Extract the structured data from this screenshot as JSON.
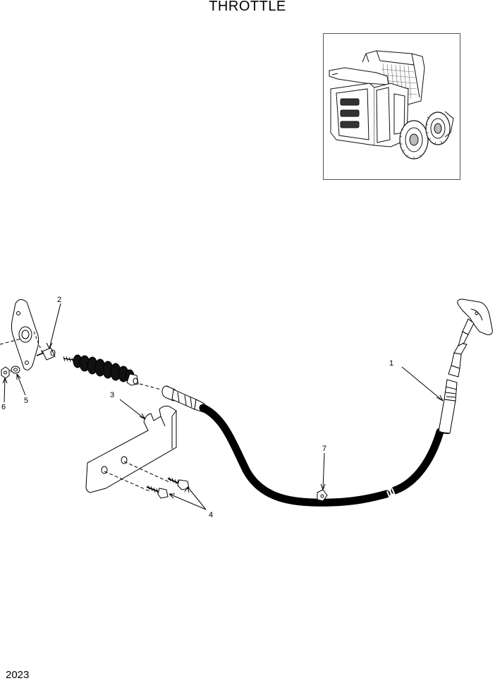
{
  "page": {
    "title": "THROTTLE",
    "page_number": "2023"
  },
  "callouts": [
    {
      "id": "1",
      "label": "1",
      "part": "throttle cable assembly"
    },
    {
      "id": "2",
      "label": "2",
      "part": "cable end"
    },
    {
      "id": "3",
      "label": "3",
      "part": "mounting bracket"
    },
    {
      "id": "4",
      "label": "4",
      "part": "bolt"
    },
    {
      "id": "5",
      "label": "5",
      "part": "washer"
    },
    {
      "id": "6",
      "label": "6",
      "part": "nut"
    },
    {
      "id": "7",
      "label": "7",
      "part": "cable clip"
    }
  ]
}
